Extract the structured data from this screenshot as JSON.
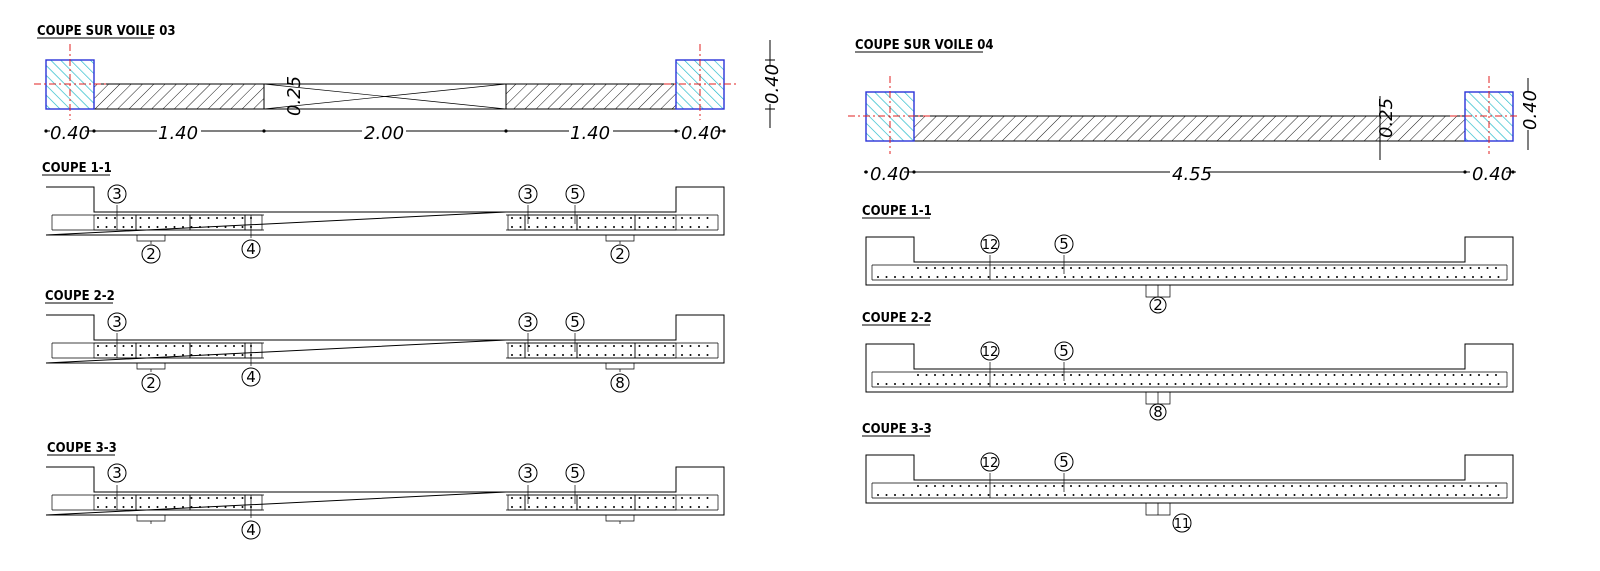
{
  "left": {
    "title": "COUPE SUR VOILE 03",
    "dims": [
      "0.40",
      "1.40",
      "2.00",
      "1.40",
      "0.40"
    ],
    "thickness": "0.25",
    "height": "0.40",
    "sections": [
      {
        "title": "COUPE 1-1",
        "marks_top": [
          "3",
          "3",
          "5"
        ],
        "marks_bottom": [
          "2",
          "4",
          "2"
        ]
      },
      {
        "title": "COUPE 2-2",
        "marks_top": [
          "3",
          "3",
          "5"
        ],
        "marks_bottom": [
          "2",
          "4",
          "8"
        ]
      },
      {
        "title": "COUPE 3-3",
        "marks_top": [
          "3",
          "3",
          "5"
        ],
        "marks_bottom": [
          "4"
        ]
      }
    ]
  },
  "right": {
    "title": "COUPE SUR VOILE 04",
    "dims": [
      "0.40",
      "4.55",
      "0.40"
    ],
    "thickness": "0.25",
    "height": "0.40",
    "sections": [
      {
        "title": "COUPE 1-1",
        "marks_top": [
          "12",
          "5"
        ],
        "marks_bottom": [
          "2"
        ]
      },
      {
        "title": "COUPE 2-2",
        "marks_top": [
          "12",
          "5"
        ],
        "marks_bottom": [
          "8"
        ]
      },
      {
        "title": "COUPE 3-3",
        "marks_top": [
          "12",
          "5"
        ],
        "marks_bottom": [
          "11"
        ]
      }
    ]
  }
}
